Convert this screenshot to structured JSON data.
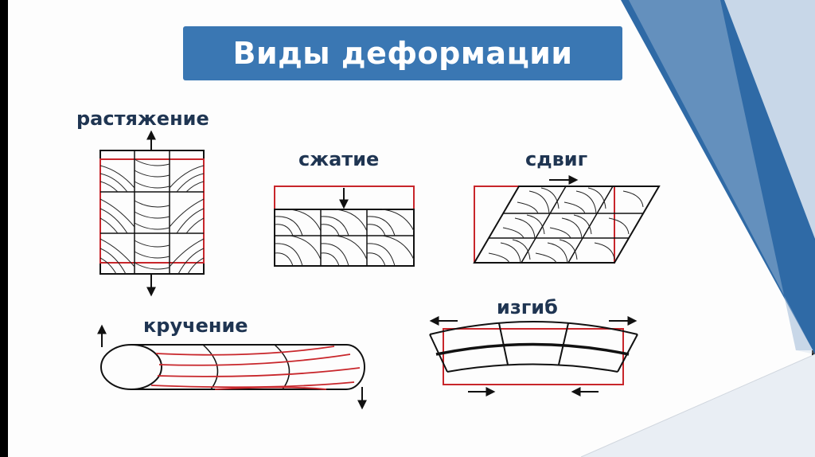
{
  "title": "Виды деформации",
  "labels": {
    "stretching": "растяжение",
    "compression": "сжатие",
    "shear": "сдвиг",
    "torsion": "кручение",
    "bending": "изгиб"
  },
  "colors": {
    "slide_bg": "#fdfdfd",
    "title_bg": "#3a77b3",
    "title_text": "#ffffff",
    "label_text": "#1f3552",
    "accent_blue": "#2f6aa6",
    "pale_blue": "#c8d7e8",
    "outline_red": "#c8262b",
    "line_black": "#111111"
  }
}
